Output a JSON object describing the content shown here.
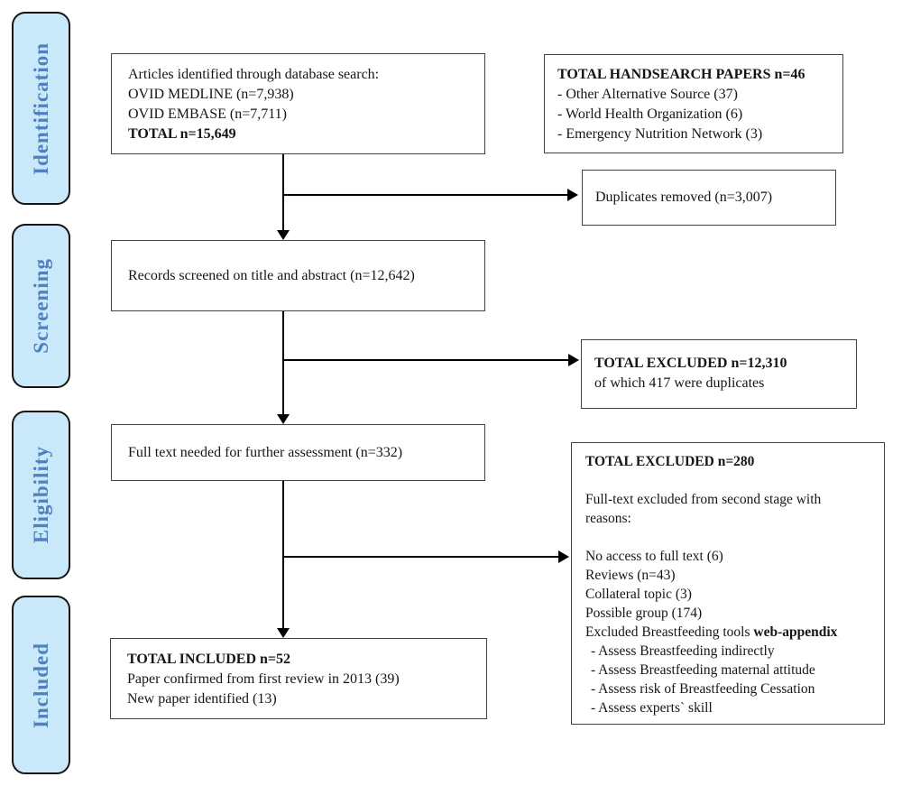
{
  "stages": [
    {
      "label": "Identification"
    },
    {
      "label": "Screening"
    },
    {
      "label": "Eligibility"
    },
    {
      "label": "Included"
    }
  ],
  "boxes": {
    "database_search": {
      "line1": "Articles identified through database search:",
      "line2": "OVID MEDLINE (n=7,938)",
      "line3": "OVID EMBASE (n=7,711)",
      "total_bold": "TOTAL n=15,649"
    },
    "handsearch": {
      "title_bold": "TOTAL HANDSEARCH PAPERS n=46",
      "item1": "- Other Alternative Source (37)",
      "item2": "- World Health Organization (6)",
      "item3": "- Emergency Nutrition Network (3)"
    },
    "duplicates": {
      "text": "Duplicates removed (n=3,007)"
    },
    "screened": {
      "text": "Records screened on title and abstract (n=12,642)"
    },
    "excluded_screening": {
      "title_bold": "TOTAL EXCLUDED n=12,310",
      "subtext": "of which 417 were duplicates"
    },
    "full_text": {
      "text": "Full text needed for further assessment (n=332)"
    },
    "excluded_full_text": {
      "title_bold": "TOTAL EXCLUDED n=280",
      "intro_line1": "Full-text excluded from second stage with",
      "intro_line2": "reasons:",
      "reason1": "No access to full text (6)",
      "reason2": "Reviews (n=43)",
      "reason3": "Collateral topic (3)",
      "reason4": "Possible group (174)",
      "reason5_prefix": "Excluded Breastfeeding tools ",
      "reason5_bold": "web-appendix",
      "sub1": "- Assess Breastfeeding indirectly",
      "sub2": "- Assess Breastfeeding maternal attitude",
      "sub3": "- Assess risk of Breastfeeding Cessation",
      "sub4": "- Assess experts` skill"
    },
    "included": {
      "title_bold": "TOTAL INCLUDED n=52",
      "line2": "Paper confirmed from first review in 2013 (39)",
      "line3": "New paper identified (13)"
    }
  },
  "colors": {
    "stage_fill": "#c9e8fa",
    "stage_text": "#4e81bd",
    "box_border": "#424242",
    "arrow": "#000000"
  }
}
